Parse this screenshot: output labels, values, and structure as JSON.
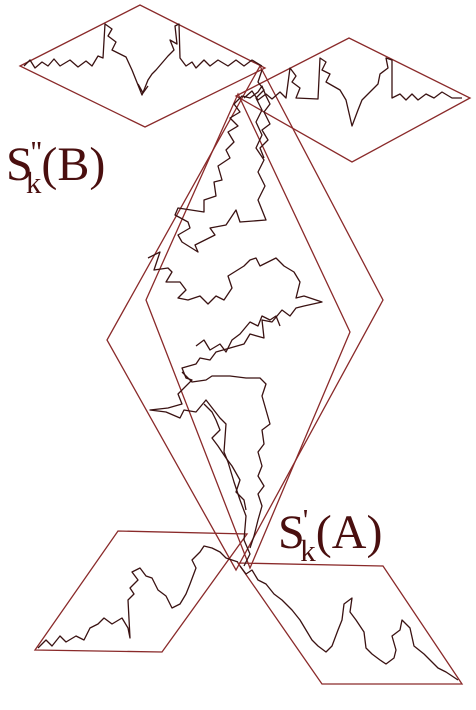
{
  "diagram": {
    "colors": {
      "outline": "#8a2a2a",
      "curve": "#3a1212",
      "label": "#4a0f0f",
      "background": "#ffffff"
    },
    "labels": {
      "upper": {
        "base": "S",
        "prime": "''",
        "sub": "k",
        "arg": "(B)"
      },
      "lower": {
        "base": "S",
        "prime": "'",
        "sub": "k",
        "arg": "(A)"
      }
    }
  }
}
